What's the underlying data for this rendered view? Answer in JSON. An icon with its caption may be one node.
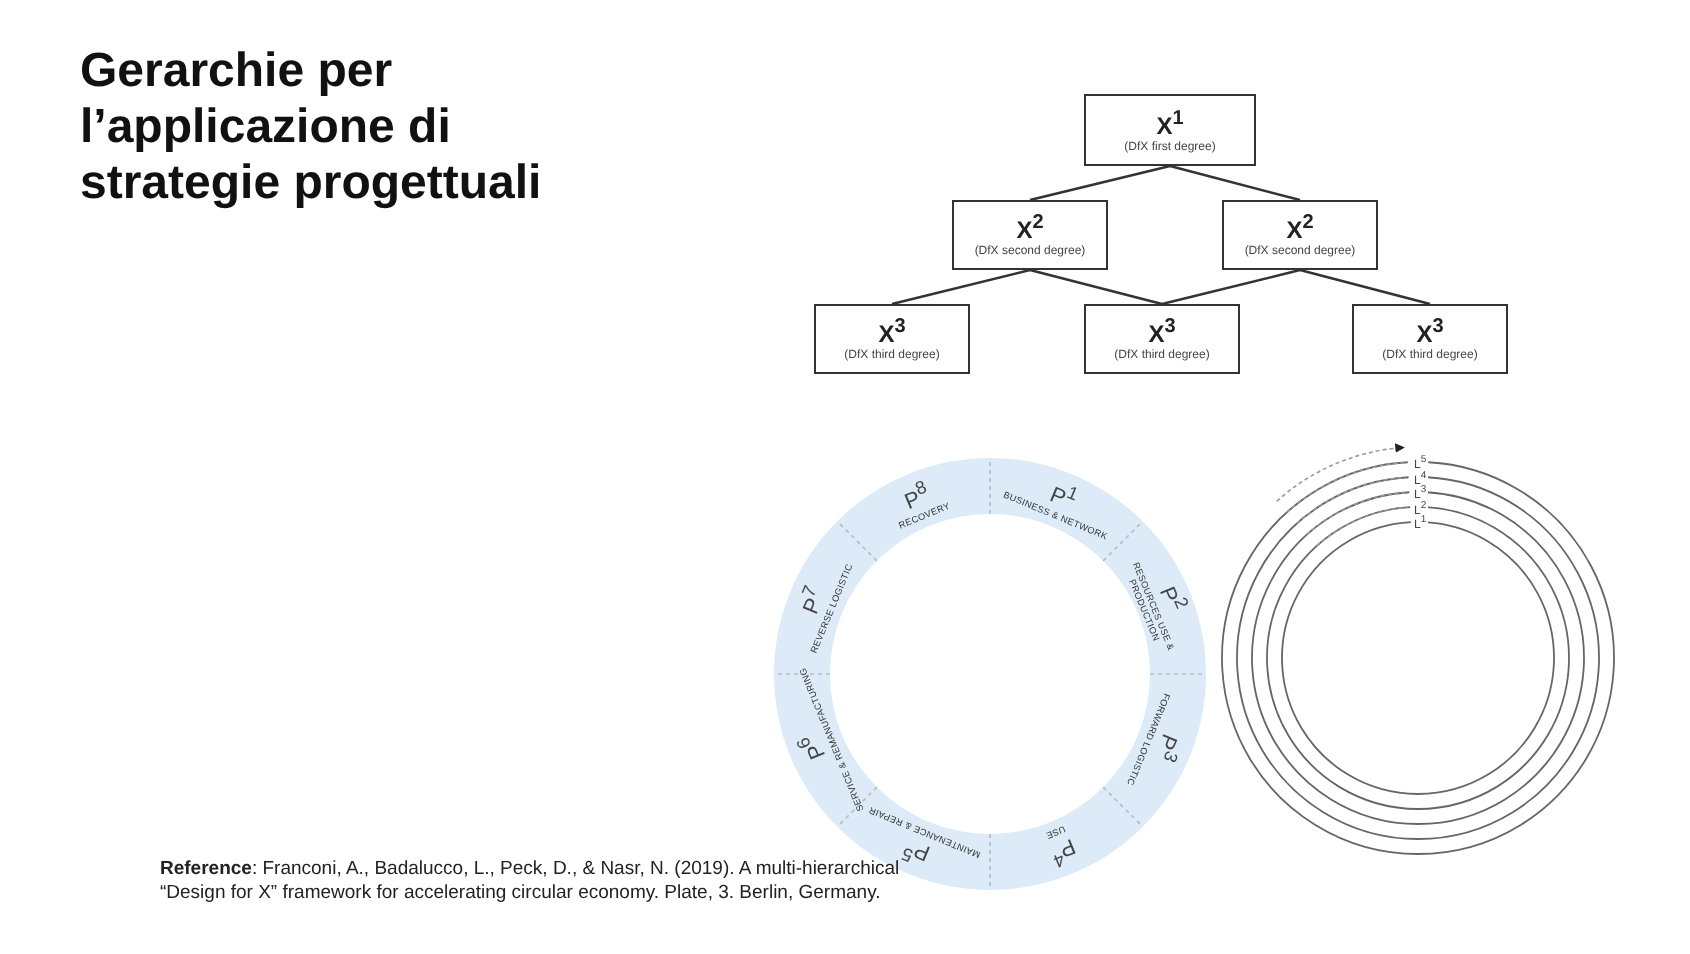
{
  "diagram": {
    "title": "Gerarchie per l’applicazione di strategie progettuali",
    "caption": "**Reference**: Franconi, A., Badalucco, L., Peck, D., & Nasr, N. (2019). A multi-hierarchical “Design for X” framework for accelerating circular economy. Plate, 3. Berlin, Germany.",
    "nodes": [
      {
        "text": [
          "X$^{1}$",
          "(DfX first degree)"
        ]
      },
      {
        "text": [
          "X$^{2}$",
          "(DfX second degree)"
        ]
      },
      {
        "text": [
          "X$^{2}$",
          "(DfX second degree)"
        ]
      },
      {
        "text": [
          "X$^{3}$",
          "(DfX third degree)"
        ]
      },
      {
        "text": [
          "X$^{3}$",
          "(DfX third degree)"
        ]
      },
      {
        "text": [
          "X$^{3}$",
          "(DfX third degree)"
        ]
      },
      {
        "text": [
          "P$^{1}$",
          "BUSINESS & NETWORK"
        ]
      },
      {
        "text": [
          "P$^{2}$",
          "RESOURCES USE & PRODUCTION"
        ]
      },
      {
        "text": [
          "P$^{3}$",
          "FORWARD LOGISTIC"
        ]
      },
      {
        "text": [
          "P$^{4}$",
          "USE"
        ]
      },
      {
        "text": [
          "P$^{5}$",
          "MAINTENANCE & REPAIR"
        ]
      },
      {
        "text": [
          "P$^{6}$",
          "SERVICE & REMANUFACTURING"
        ]
      },
      {
        "text": [
          "P$^{7}$",
          "REVERSE LOGISTIC"
        ]
      },
      {
        "text": [
          "P$^{8}$",
          "RECOVERY"
        ]
      }
    ],
    "edges": [
      {
        "from": 0,
        "to": 1,
        "arrow": "none"
      },
      {
        "from": 0,
        "to": 2,
        "arrow": "none"
      },
      {
        "from": 1,
        "to": 3,
        "arrow": "none"
      },
      {
        "from": 1,
        "to": 4,
        "arrow": "none"
      },
      {
        "from": 2,
        "to": 4,
        "arrow": "none"
      },
      {
        "from": 2,
        "to": 5,
        "arrow": "none"
      }
    ],
    "labels": [
      "L$^{5}$",
      "L$^{4}$",
      "L$^{3}$",
      "L$^{2}$",
      "L$^{1}$"
    ]
  }
}
